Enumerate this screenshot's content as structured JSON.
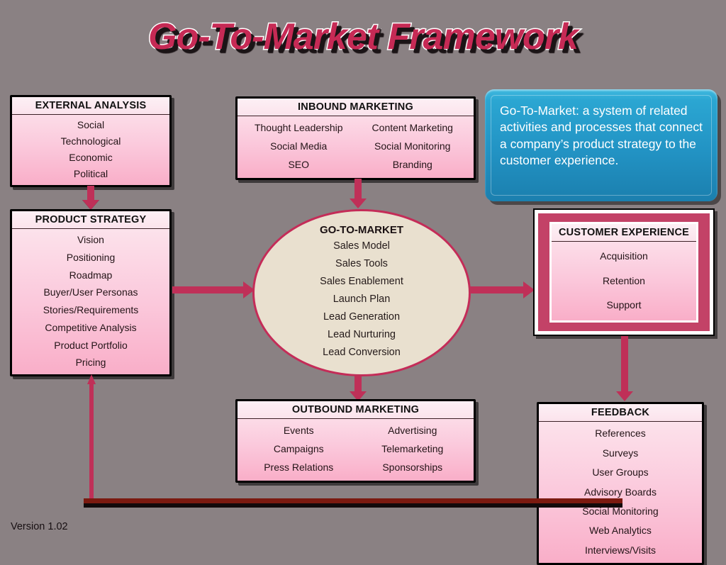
{
  "title": "Go-To-Market Framework",
  "version": "Version 1.02",
  "definition": {
    "text": "Go-To-Market: a system of related activities and processes that connect  a company’s product strategy to the customer experience."
  },
  "external_analysis": {
    "heading": "EXTERNAL ANALYSIS",
    "items": [
      "Social",
      "Technological",
      "Economic",
      "Political"
    ]
  },
  "product_strategy": {
    "heading": "PRODUCT STRATEGY",
    "items": [
      "Vision",
      "Positioning",
      "Roadmap",
      "Buyer/User Personas",
      "Stories/Requirements",
      "Competitive Analysis",
      "Product Portfolio",
      "Pricing"
    ]
  },
  "inbound_marketing": {
    "heading": "INBOUND MARKETING",
    "items": [
      "Thought Leadership",
      "Content Marketing",
      "Social Media",
      "Social Monitoring",
      "SEO",
      "Branding"
    ]
  },
  "outbound_marketing": {
    "heading": "OUTBOUND MARKETING",
    "items": [
      "Events",
      "Advertising",
      "Campaigns",
      "Telemarketing",
      "Press Relations",
      "Sponsorships"
    ]
  },
  "go_to_market": {
    "heading": "GO-TO-MARKET",
    "items": [
      "Sales Model",
      "Sales Tools",
      "Sales Enablement",
      "Launch Plan",
      "Lead  Generation",
      "Lead Nurturing",
      "Lead Conversion"
    ]
  },
  "customer_experience": {
    "heading": "CUSTOMER EXPERIENCE",
    "items": [
      "Acquisition",
      "Retention",
      "Support"
    ]
  },
  "feedback": {
    "heading": "FEEDBACK",
    "items": [
      "References",
      "Surveys",
      "User Groups",
      "Advisory Boards",
      "Social  Monitoring",
      "Web Analytics",
      "Interviews/Visits"
    ]
  },
  "colors": {
    "background": "#8a8183",
    "accent_crimson": "#c42c58",
    "panel_pink_light": "#fdeef3",
    "panel_pink_deep": "#f9aec8",
    "callout_blue": "#2293c4",
    "ellipse_beige": "#e9e0cf",
    "loop_line": "#7b1a10"
  }
}
